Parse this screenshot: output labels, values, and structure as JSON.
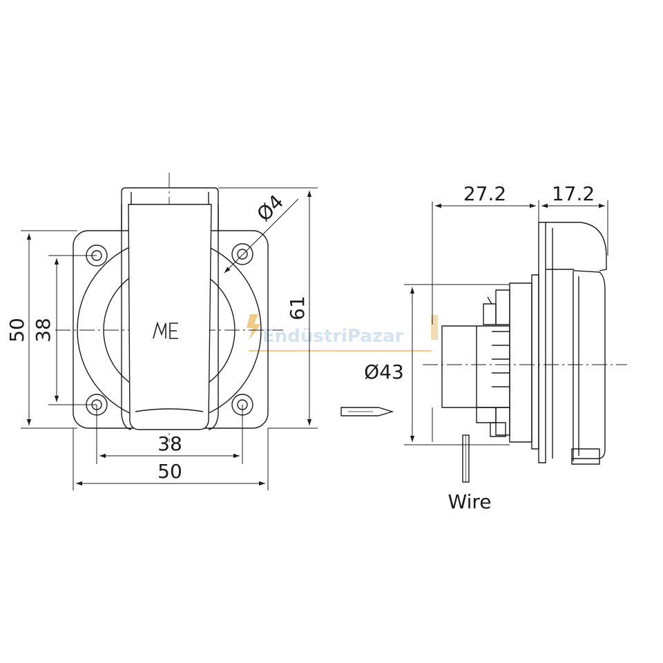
{
  "front_view": {
    "dim_height_outer": "50",
    "dim_height_inner": "38",
    "dim_width_inner": "38",
    "dim_width_outer": "50",
    "dim_total_height": "61",
    "dim_hole_diameter": "Ø4",
    "logo_icon": "me-logo-icon"
  },
  "side_view": {
    "dim_depth_body": "27.2",
    "dim_depth_flange": "17.2",
    "dim_diameter": "Ø43",
    "wire_label": "Wire"
  },
  "watermark": {
    "text": "EndüstriPazar",
    "color": "#cfe0ee"
  }
}
